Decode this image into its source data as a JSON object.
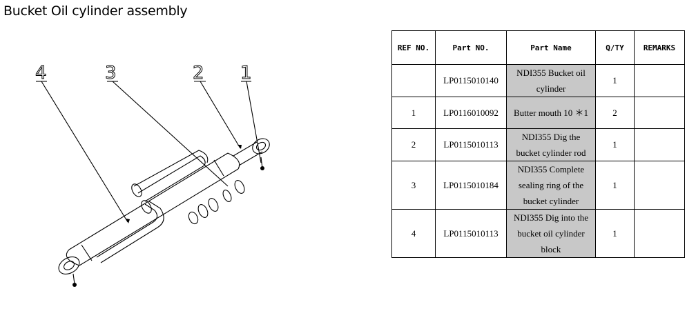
{
  "title": "Bucket Oil cylinder assembly",
  "callouts": [
    "4",
    "3",
    "2",
    "1"
  ],
  "table": {
    "headers": {
      "ref_no": "REF NO.",
      "part_no": "Part NO.",
      "part_name": "Part Name",
      "qty": "Q/TY",
      "remarks": "REMARKS"
    },
    "rows": [
      {
        "ref": "",
        "part_no": "LP0115010140",
        "name_lines": [
          "NDI355 Bucket oil",
          "cylinder"
        ],
        "qty": "1",
        "remarks": ""
      },
      {
        "ref": "1",
        "part_no": "LP0116010092",
        "name_lines": [
          "Butter mouth 10 ＊1"
        ],
        "qty": "2",
        "remarks": ""
      },
      {
        "ref": "2",
        "part_no": "LP0115010113",
        "name_lines": [
          "NDI355 Dig the",
          "bucket cylinder rod"
        ],
        "qty": "1",
        "remarks": ""
      },
      {
        "ref": "3",
        "part_no": "LP0115010184",
        "name_lines": [
          "NDI355 Complete",
          "sealing ring of the",
          "bucket cylinder"
        ],
        "qty": "1",
        "remarks": ""
      },
      {
        "ref": "4",
        "part_no": "LP0115010113",
        "name_lines": [
          "NDI355 Dig into the",
          "bucket oil cylinder",
          "block"
        ],
        "qty": "1",
        "remarks": ""
      }
    ]
  }
}
